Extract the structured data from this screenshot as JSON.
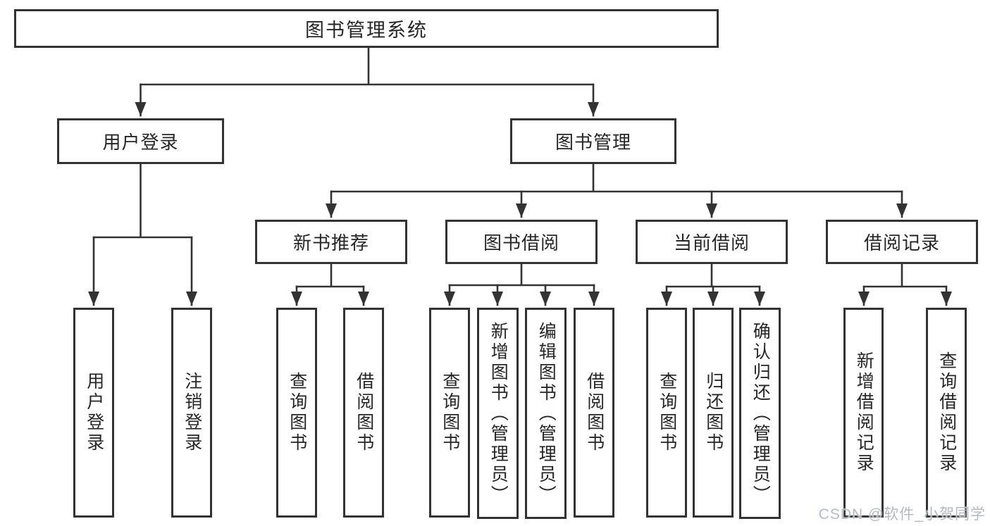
{
  "diagram": {
    "title_node": "图书管理系统",
    "level2": {
      "user_login": "用户登录",
      "book_mgmt": "图书管理"
    },
    "level3": {
      "new_book_rec": "新书推荐",
      "book_borrow": "图书借阅",
      "current_borrow": "当前借阅",
      "borrow_records": "借阅记录"
    },
    "leaves": {
      "login": [
        "用户登录",
        "注销登录"
      ],
      "recommend": [
        "查询图书",
        "借阅图书"
      ],
      "borrow": [
        "查询图书",
        "新增图书（管理员）",
        "编辑图书（管理员）",
        "借阅图书"
      ],
      "current": [
        "查询图书",
        "归还图书",
        "确认归还（管理员）"
      ],
      "records": [
        "新增借阅记录",
        "查询借阅记录"
      ]
    }
  },
  "watermark": {
    "text": "CSDN @软件_小贺同学",
    "color": "#b6bac0"
  },
  "colors": {
    "border": "#333333",
    "line": "#333333",
    "text": "#262626",
    "background": "#ffffff"
  }
}
